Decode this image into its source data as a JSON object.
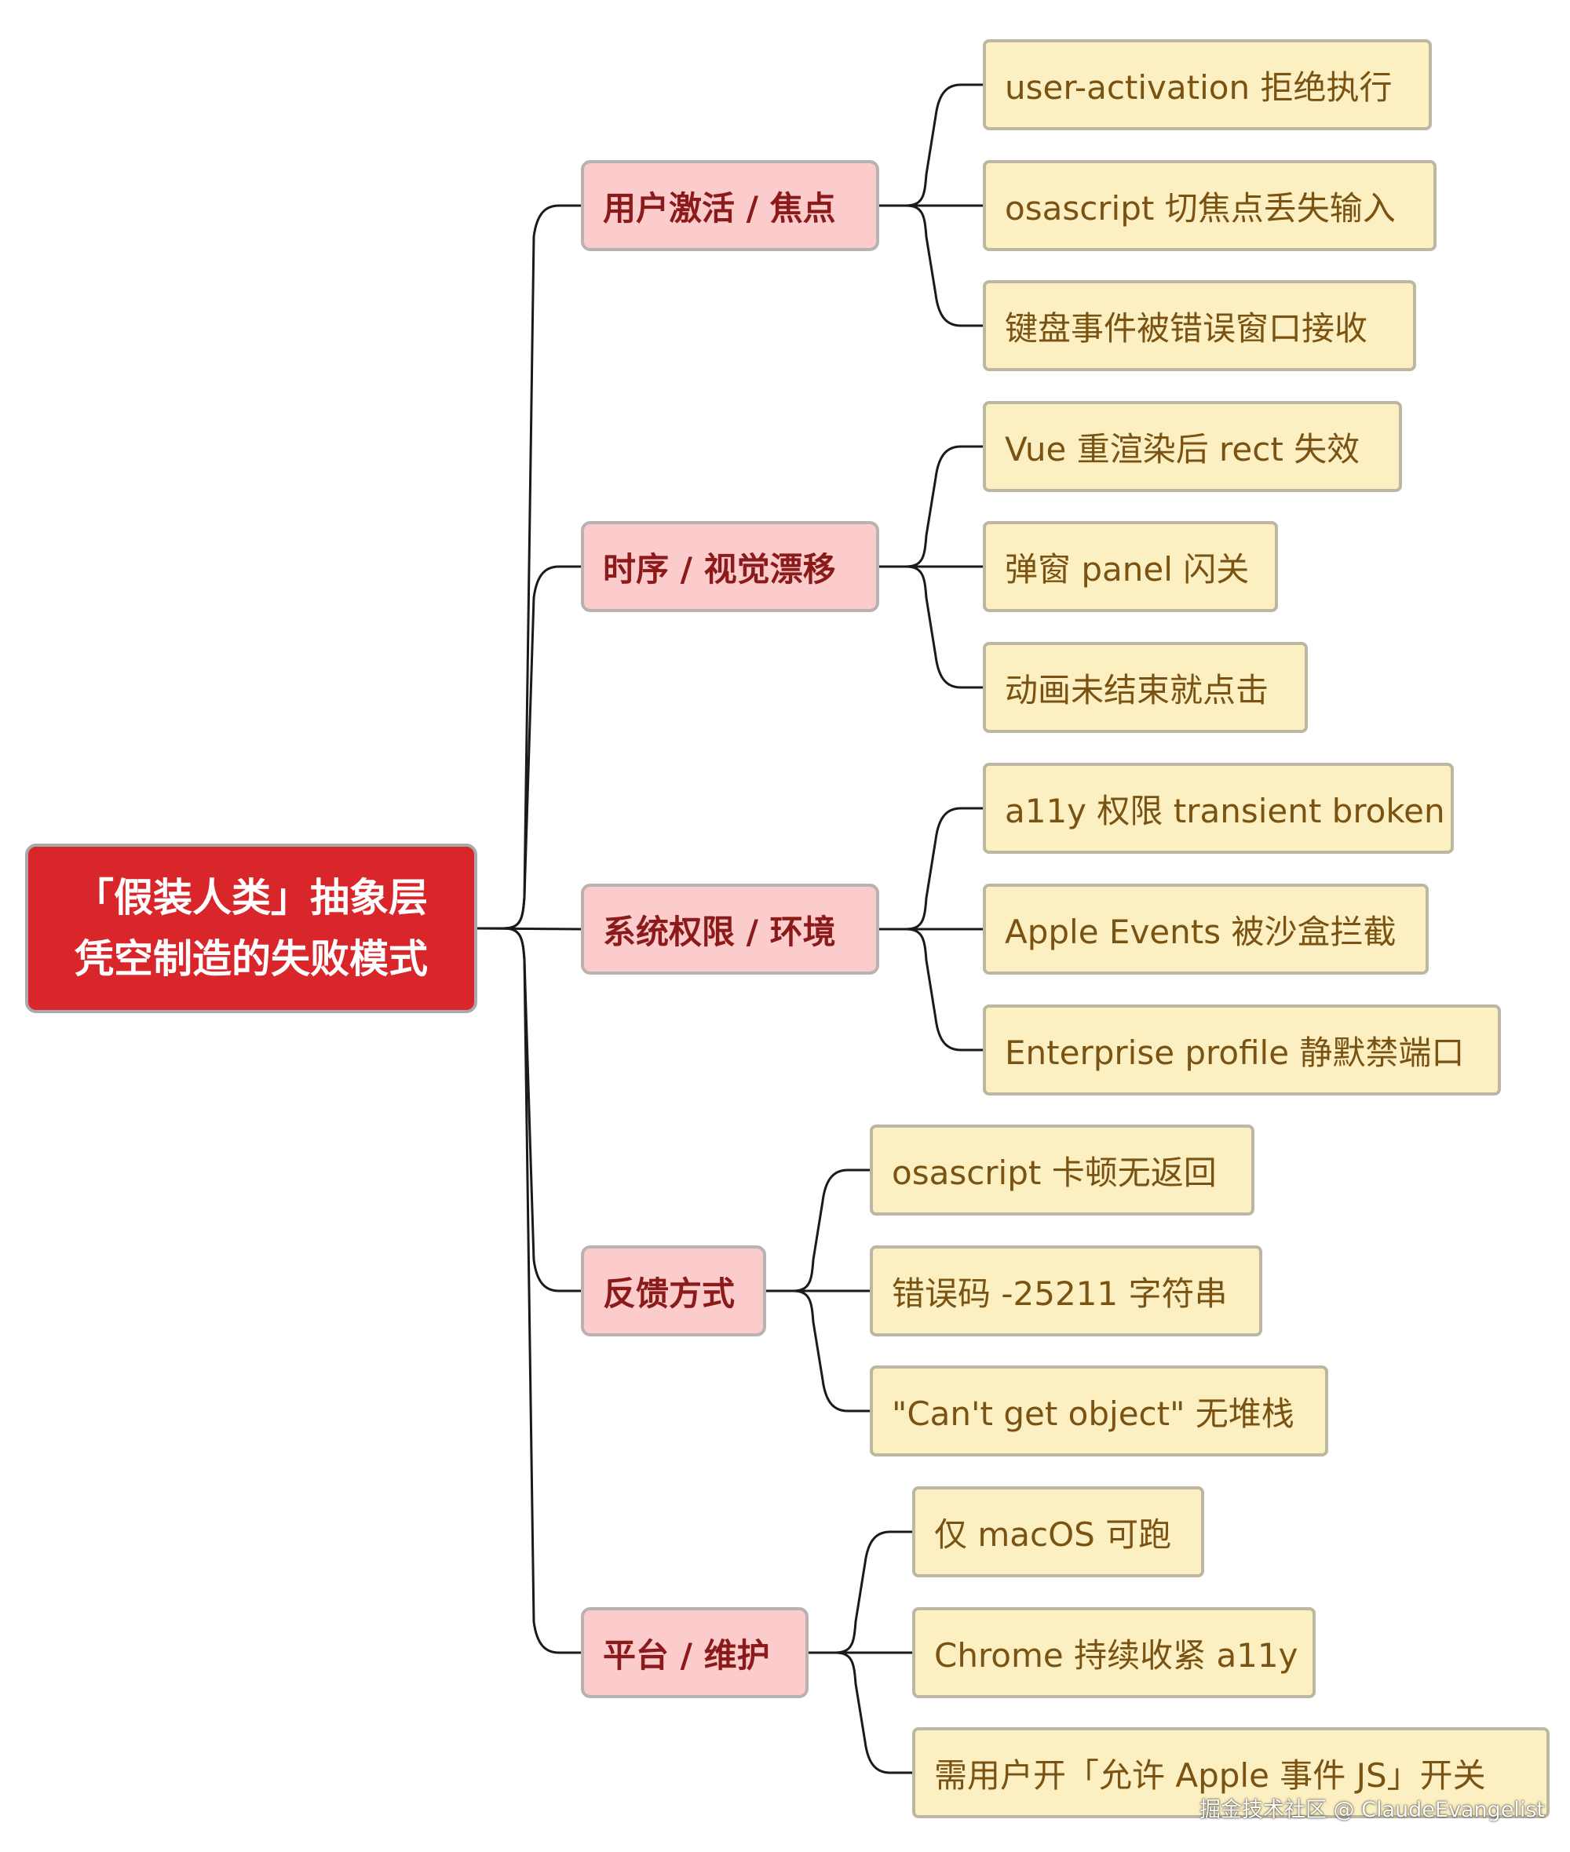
{
  "root": {
    "line1": "「假装人类」抽象层",
    "line2": "凭空制造的失败模式"
  },
  "categories": [
    {
      "label": "用户激活 / 焦点",
      "items": [
        "user-activation 拒绝执行",
        "osascript 切焦点丢失输入",
        "键盘事件被错误窗口接收"
      ]
    },
    {
      "label": "时序 / 视觉漂移",
      "items": [
        "Vue 重渲染后 rect 失效",
        "弹窗 panel 闪关",
        "动画未结束就点击"
      ]
    },
    {
      "label": "系统权限 / 环境",
      "items": [
        "a11y 权限 transient broken",
        "Apple Events 被沙盒拦截",
        "Enterprise profile 静默禁端口"
      ]
    },
    {
      "label": "反馈方式",
      "items": [
        "osascript 卡顿无返回",
        "错误码 -25211 字符串",
        "\"Can't get object\" 无堆栈"
      ]
    },
    {
      "label": "平台 / 维护",
      "items": [
        "仅 macOS 可跑",
        "Chrome 持续收紧 a11y",
        "需用户开「允许 Apple 事件 JS」开关"
      ]
    }
  ],
  "watermark": "掘金技术社区 @ ClaudeEvangelist",
  "colors": {
    "root_fill": "#d9262b",
    "category_fill": "#fccbcb",
    "leaf_fill": "#fcf0c2",
    "connector": "#1a1a1a"
  }
}
